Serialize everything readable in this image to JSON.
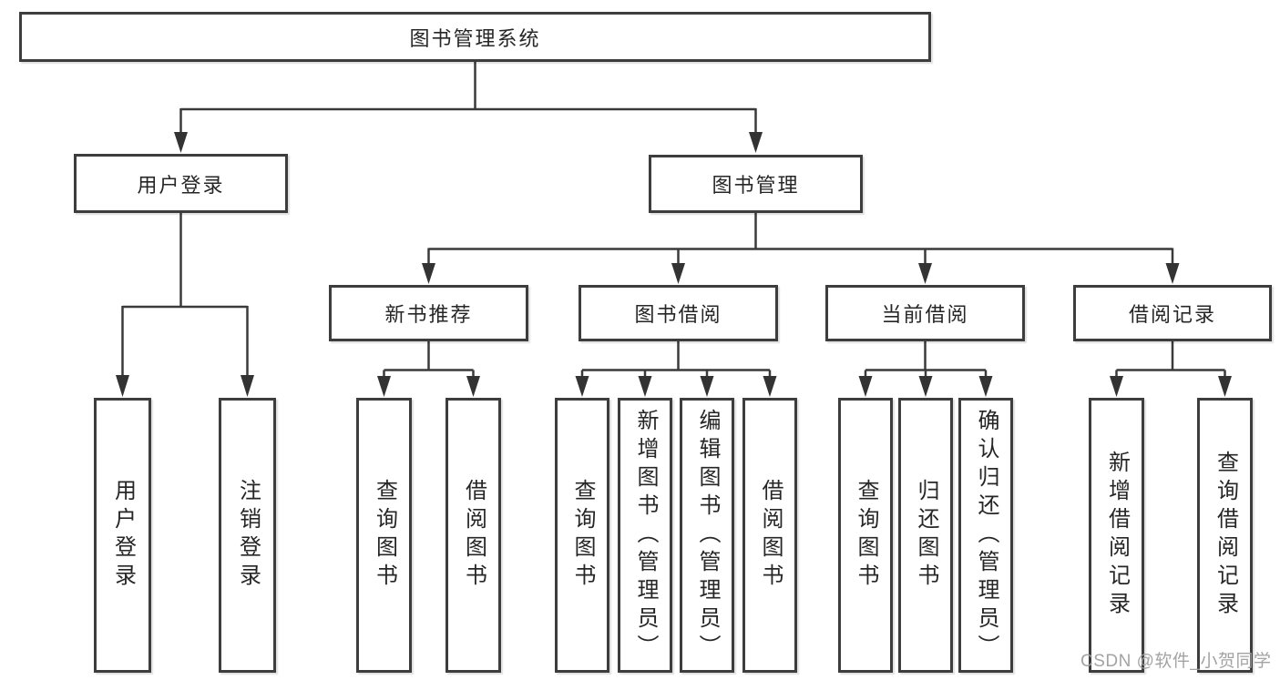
{
  "diagram": {
    "title": "图书管理系统",
    "branches": {
      "user_login": {
        "label": "用户登录",
        "children": [
          "用户登录",
          "注销登录"
        ]
      },
      "book_mgmt": {
        "label": "图书管理",
        "children": [
          {
            "label": "新书推荐",
            "children": [
              "查询图书",
              "借阅图书"
            ]
          },
          {
            "label": "图书借阅",
            "children": [
              "查询图书",
              "新增图书（管理员）",
              "编辑图书（管理员）",
              "借阅图书"
            ]
          },
          {
            "label": "当前借阅",
            "children": [
              "查询图书",
              "归还图书",
              "确认归还（管理员）"
            ]
          },
          {
            "label": "借阅记录",
            "children": [
              "新增借阅记录",
              "查询借阅记录"
            ]
          }
        ]
      }
    },
    "colors": {
      "line": "#3a3a3a",
      "border": "#3d3d3d",
      "text": "#262626",
      "watermark": "#9e9e9e"
    }
  },
  "watermark": "CSDN @软件_小贺同学"
}
